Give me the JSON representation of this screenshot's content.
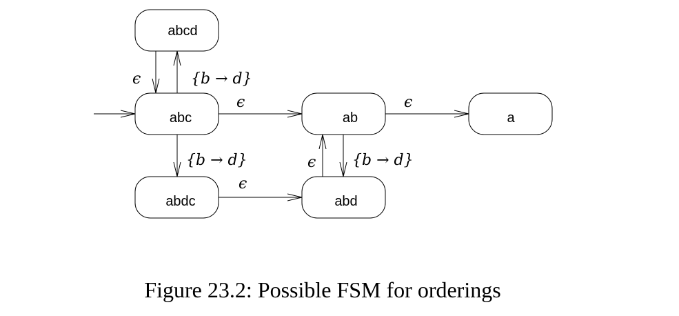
{
  "caption": "Figure 23.2: Possible FSM for orderings",
  "nodes": {
    "abcd": "abcd",
    "abc": "abc",
    "ab": "ab",
    "a": "a",
    "abdc": "abdc",
    "abd": "abd"
  },
  "edge_labels": {
    "abc_to_abcd": "{b → d}",
    "abcd_to_abc": "ϵ",
    "abc_to_ab": "ϵ",
    "ab_to_a": "ϵ",
    "abc_to_abdc": "{b → d}",
    "abdc_to_abd": "ϵ",
    "abd_to_ab": "ϵ",
    "ab_to_abd": "{b → d}"
  }
}
